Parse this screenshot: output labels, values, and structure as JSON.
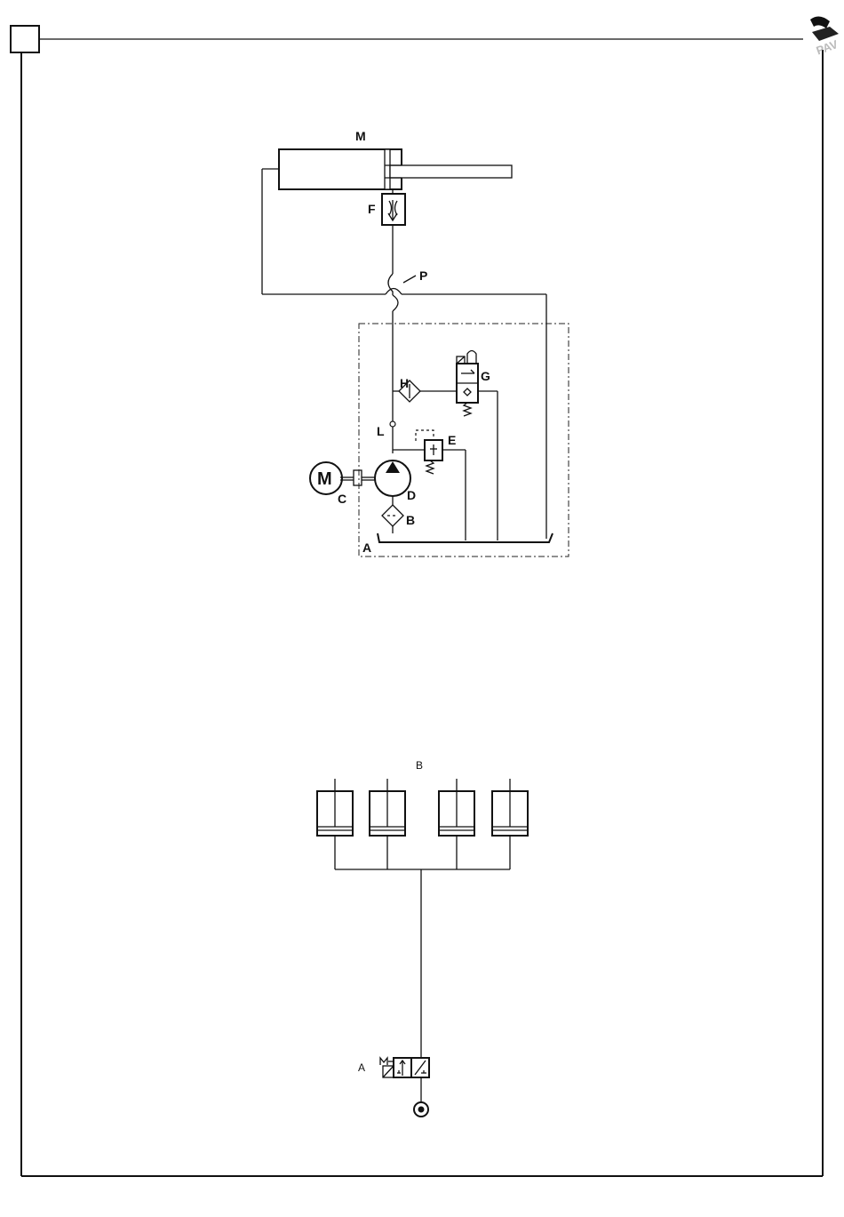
{
  "logo": {
    "text": "PAV"
  },
  "diagram1": {
    "labels": {
      "M": "M",
      "F": "F",
      "P": "P",
      "H": "H",
      "G": "G",
      "L": "L",
      "E": "E",
      "D": "D",
      "C": "C",
      "B": "B",
      "A": "A",
      "motor": "M"
    }
  },
  "diagram2": {
    "labels": {
      "B": "B",
      "A": "A"
    }
  }
}
